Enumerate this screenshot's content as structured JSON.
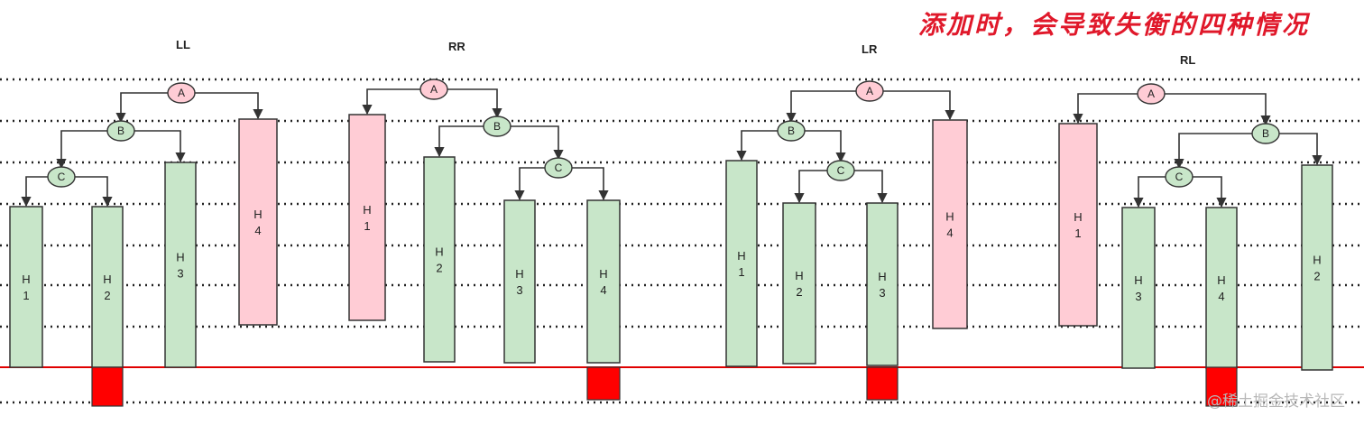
{
  "title": "添加时，会导致失衡的四种情况",
  "watermark": "@稀土掘金技术社区",
  "colors": {
    "pink": "#ffccd5",
    "green": "#c8e6c9",
    "stroke": "#333333",
    "overflow": "#ff0000",
    "baseline": "#e00000",
    "title": "#e0182a"
  },
  "cases": [
    {
      "label": "LL",
      "nodes": [
        {
          "name": "A",
          "color": "pink"
        },
        {
          "name": "B",
          "color": "green"
        },
        {
          "name": "C",
          "color": "green"
        }
      ],
      "subtrees": [
        {
          "letter": "H",
          "index": "1",
          "color": "green"
        },
        {
          "letter": "H",
          "index": "2",
          "color": "green",
          "overflow": true
        },
        {
          "letter": "H",
          "index": "3",
          "color": "green"
        },
        {
          "letter": "H",
          "index": "4",
          "color": "pink"
        }
      ]
    },
    {
      "label": "RR",
      "nodes": [
        {
          "name": "A",
          "color": "pink"
        },
        {
          "name": "B",
          "color": "green"
        },
        {
          "name": "C",
          "color": "green"
        }
      ],
      "subtrees": [
        {
          "letter": "H",
          "index": "1",
          "color": "pink"
        },
        {
          "letter": "H",
          "index": "2",
          "color": "green"
        },
        {
          "letter": "H",
          "index": "3",
          "color": "green"
        },
        {
          "letter": "H",
          "index": "4",
          "color": "green",
          "overflow": true
        }
      ]
    },
    {
      "label": "LR",
      "nodes": [
        {
          "name": "A",
          "color": "pink"
        },
        {
          "name": "B",
          "color": "green"
        },
        {
          "name": "C",
          "color": "green"
        }
      ],
      "subtrees": [
        {
          "letter": "H",
          "index": "1",
          "color": "green"
        },
        {
          "letter": "H",
          "index": "2",
          "color": "green"
        },
        {
          "letter": "H",
          "index": "3",
          "color": "green",
          "overflow": true
        },
        {
          "letter": "H",
          "index": "4",
          "color": "pink"
        }
      ]
    },
    {
      "label": "RL",
      "nodes": [
        {
          "name": "A",
          "color": "pink"
        },
        {
          "name": "B",
          "color": "green"
        },
        {
          "name": "C",
          "color": "green"
        }
      ],
      "subtrees": [
        {
          "letter": "H",
          "index": "1",
          "color": "pink"
        },
        {
          "letter": "H",
          "index": "3",
          "color": "green"
        },
        {
          "letter": "H",
          "index": "4",
          "color": "green",
          "overflow": true
        },
        {
          "letter": "H",
          "index": "2",
          "color": "green"
        }
      ]
    }
  ]
}
